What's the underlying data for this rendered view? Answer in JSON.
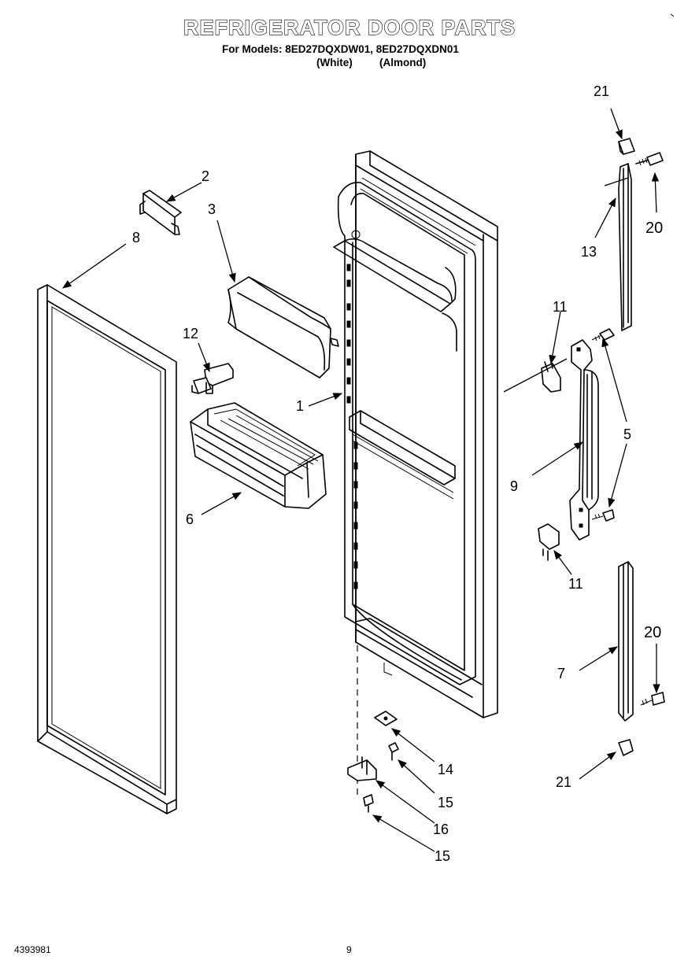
{
  "header": {
    "title": "REFRIGERATOR DOOR PARTS",
    "models_line": "For Models: 8ED27DQXDW01, 8ED27DQXDN01",
    "variant_white": "(White)",
    "variant_almond": "(Almond)"
  },
  "footer": {
    "doc_number": "4393981",
    "page_number": "9"
  },
  "callouts": {
    "c1": "1",
    "c2": "2",
    "c3": "3",
    "c5": "5",
    "c6": "6",
    "c7": "7",
    "c8": "8",
    "c9": "9",
    "c11a": "11",
    "c11b": "11",
    "c12": "12",
    "c13": "13",
    "c14": "14",
    "c15a": "15",
    "c15b": "15",
    "c16": "16",
    "c20a": "20",
    "c20b": "20",
    "c21a": "21",
    "c21b": "21"
  }
}
